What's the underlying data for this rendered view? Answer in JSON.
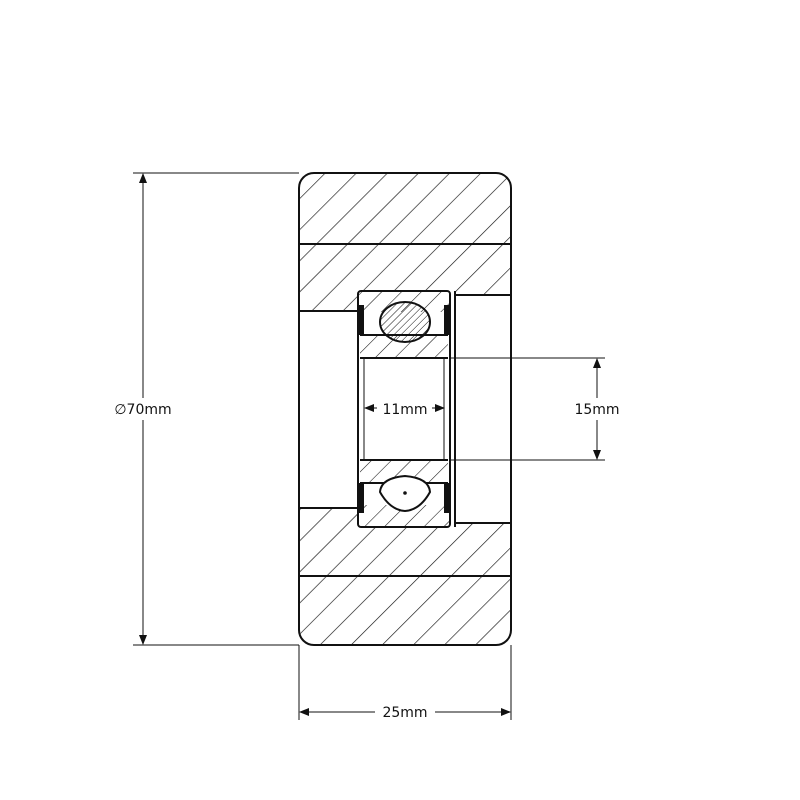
{
  "dimensions": {
    "outer_diameter": "∅70mm",
    "width": "25mm",
    "bore": "15mm",
    "bearing_width": "11mm"
  },
  "colors": {
    "line": "#111111",
    "background": "#ffffff"
  }
}
